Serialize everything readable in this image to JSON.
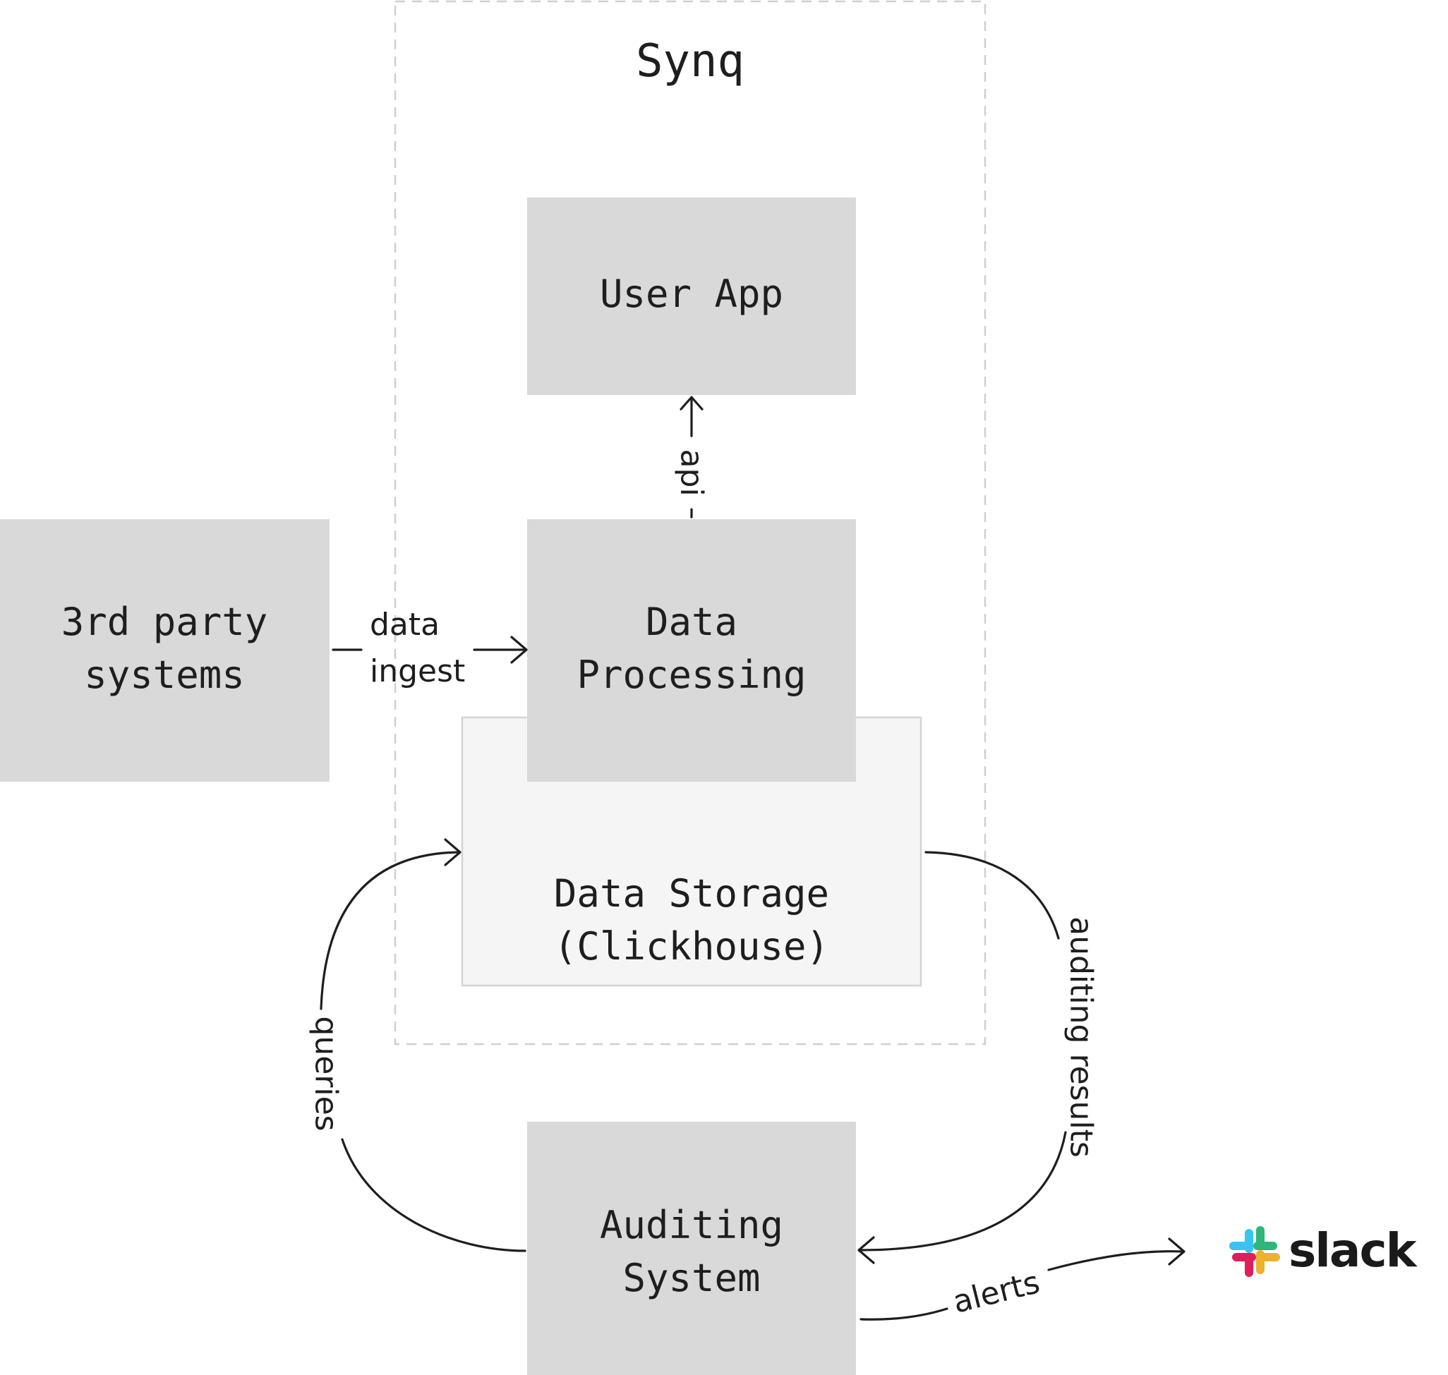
{
  "diagram": {
    "group": {
      "title": "Synq"
    },
    "nodes": {
      "user_app": {
        "line1": "User App"
      },
      "third_party": {
        "line1": "3rd party",
        "line2": "systems"
      },
      "data_processing": {
        "line1": "Data",
        "line2": "Processing"
      },
      "data_storage": {
        "line1": "Data Storage",
        "line2": "(Clickhouse)"
      },
      "auditing": {
        "line1": "Auditing",
        "line2": "System"
      }
    },
    "edges": {
      "api": "api",
      "ingest_line1": "data",
      "ingest_line2": "ingest",
      "queries": "queries",
      "auditing_results": "auditing results",
      "alerts": "alerts"
    },
    "logo": {
      "text": "slack"
    },
    "colors": {
      "node_fill": "#d9d9d9",
      "storage_fill": "#f5f5f5",
      "storage_border": "#d4d4d4",
      "group_border": "#cfcfcf",
      "stroke": "#1e1e1e",
      "slack_blue": "#36c5f0",
      "slack_green": "#2eb67d",
      "slack_red": "#e01e5a",
      "slack_yellow": "#ecb22e"
    }
  }
}
